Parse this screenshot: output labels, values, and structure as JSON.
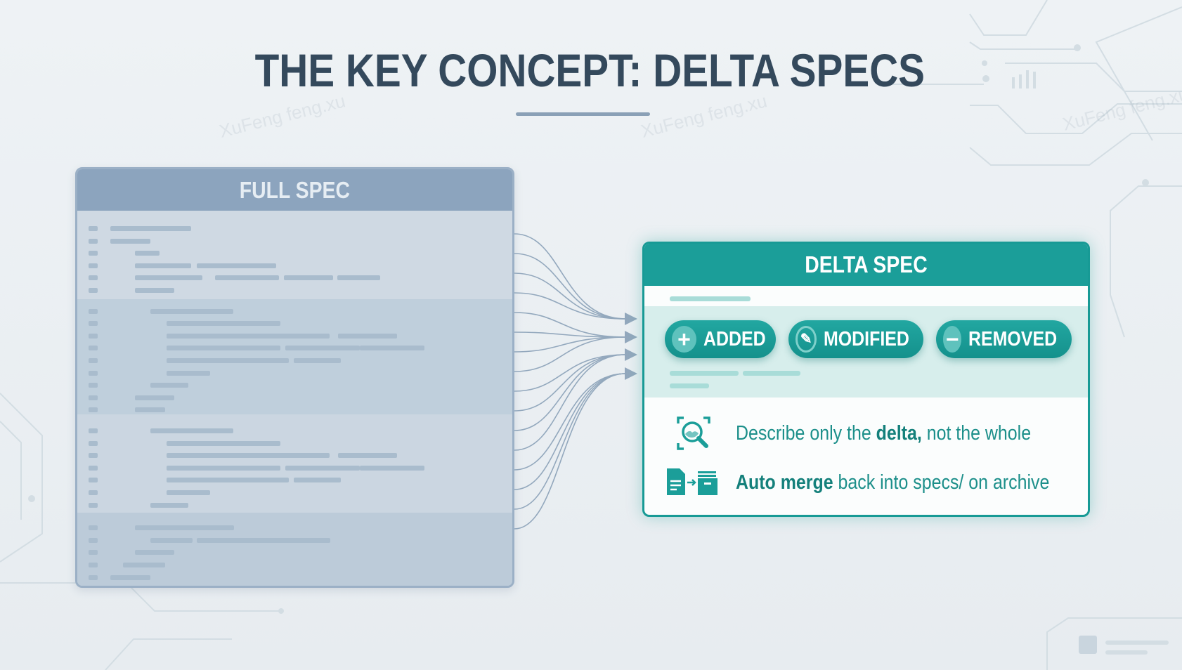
{
  "title": "THE KEY CONCEPT: DELTA SPECS",
  "watermark": "XuFeng feng.xu",
  "full_spec": {
    "label": "FULL SPEC"
  },
  "delta_spec": {
    "label": "DELTA SPEC",
    "badges": [
      {
        "label": "ADDED",
        "icon": "plus-circle-icon"
      },
      {
        "label": "MODIFIED",
        "icon": "edit-refresh-icon"
      },
      {
        "label": "REMOVED",
        "icon": "minus-circle-icon"
      }
    ],
    "points": [
      {
        "icon": "magnify-scan-icon",
        "pre": "Describe only the ",
        "bold": "delta,",
        "post": " not the whole"
      },
      {
        "icon": "document-to-archive-icon",
        "pre": "",
        "bold": "Auto merge",
        "post": " back into specs/ on archive"
      }
    ]
  },
  "colors": {
    "teal": "#1b9e99",
    "slate": "#8ca4be",
    "title": "#34495c",
    "background": "#eaeff3"
  }
}
